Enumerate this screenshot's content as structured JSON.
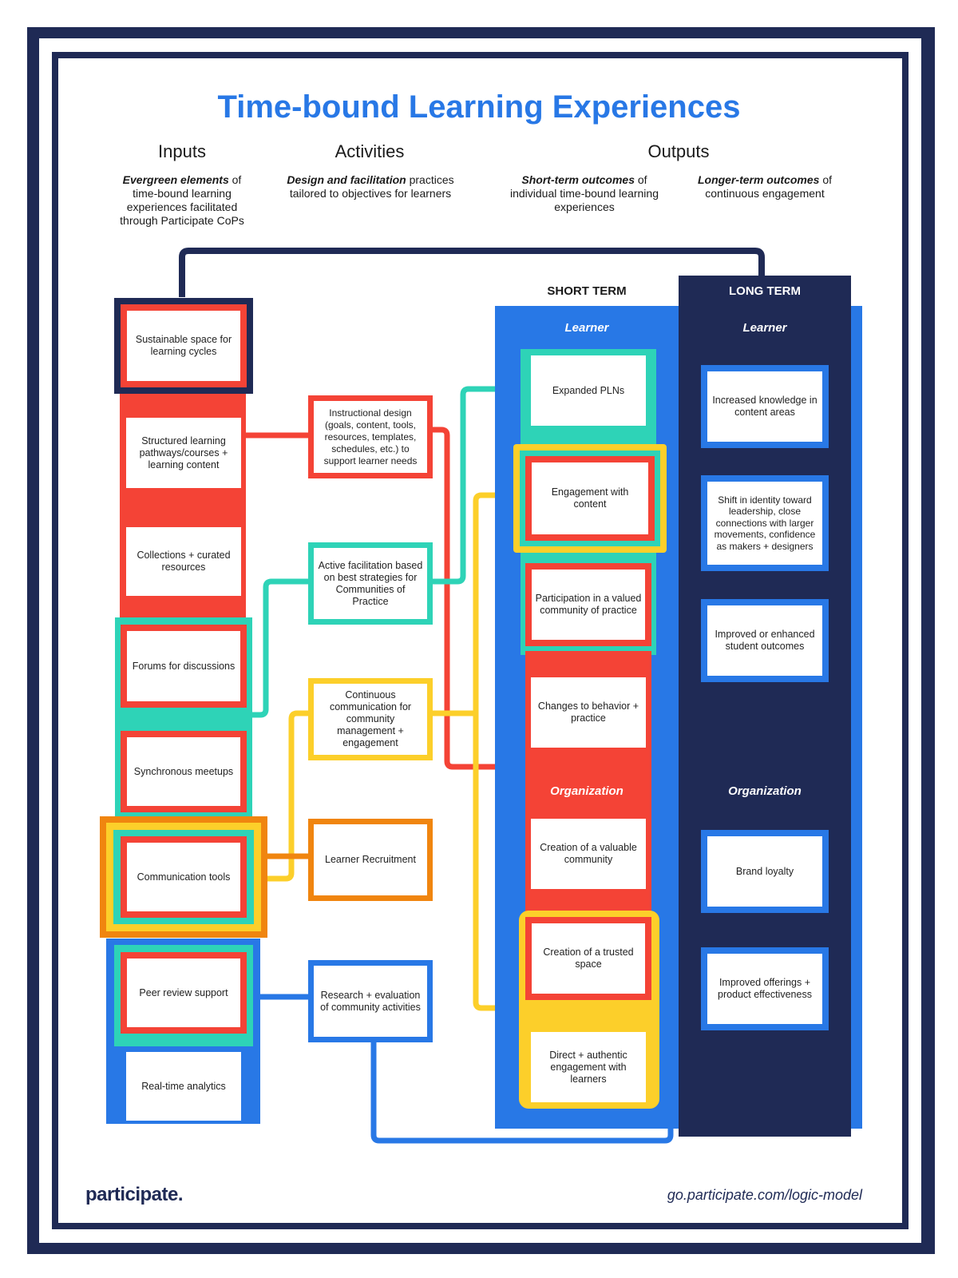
{
  "title": "Time-bound Learning Experiences",
  "columns": {
    "inputs": {
      "heading": "Inputs",
      "emph": "Evergreen elements",
      "desc": " of time-bound learning experiences facilitated through Participate CoPs"
    },
    "activities": {
      "heading": "Activities",
      "emph": "Design and facilitation",
      "desc": " practices tailored to objectives for learners"
    },
    "outputs": {
      "heading": "Outputs"
    },
    "short_term": {
      "emph": "Short-term outcomes",
      "desc": " of individual time-bound learning experiences"
    },
    "long_term": {
      "emph": "Longer-term outcomes",
      "desc": " of continuous engagement"
    }
  },
  "terms": {
    "short": "SHORT TERM",
    "long": "LONG TERM"
  },
  "groups": {
    "learner": "Learner",
    "organization": "Organization"
  },
  "inputs": [
    "Sustainable space for learning cycles",
    "Structured learning pathways/courses + learning content",
    "Collections + curated resources",
    "Forums for discussions",
    "Synchronous meetups",
    "Communication tools",
    "Peer review support",
    "Real-time analytics"
  ],
  "activities": [
    "Instructional design (goals, content, tools, resources, templates, schedules, etc.) to support learner needs",
    "Active facilitation based on best strategies for Communities of Practice",
    "Continuous communication for community management + engagement",
    "Learner Recruitment",
    "Research + evaluation of community activities"
  ],
  "short_term": [
    "Expanded PLNs",
    "Engagement with content",
    "Participation in a valued community of practice",
    "Changes to behavior + practice",
    "Creation of a valuable community",
    "Creation of a trusted space",
    "Direct + authentic engagement with learners"
  ],
  "long_term": [
    "Increased knowledge in content areas",
    "Shift in identity toward leadership, close connections with larger movements, confidence as makers + designers",
    "Improved or enhanced student outcomes",
    "Brand loyalty",
    "Improved offerings + product effectiveness"
  ],
  "footer": {
    "logo": "participate.",
    "url": "go.participate.com/logic-model"
  },
  "colors": {
    "navy": "#1f2a55",
    "blue": "#2878e6",
    "red": "#f44336",
    "teal": "#2ed3b7",
    "yellow": "#fccf2a",
    "orange": "#f0850f"
  }
}
